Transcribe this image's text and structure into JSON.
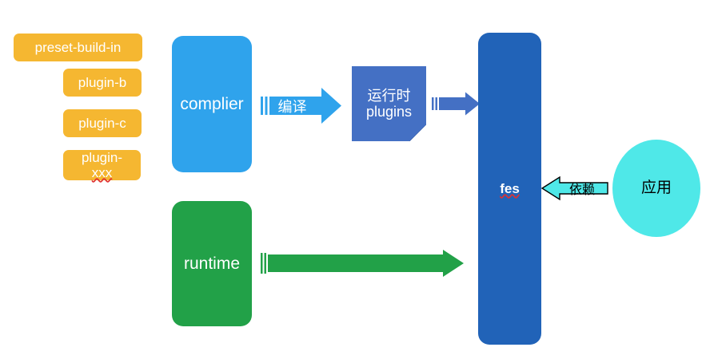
{
  "diagram": {
    "title": "fes architecture diagram",
    "colors": {
      "orange": "#F5B731",
      "light_blue": "#2FA3EC",
      "mid_blue": "#4470C4",
      "mid_blue_fold": "#2F508F",
      "deep_blue": "#2163B8",
      "green": "#22A148",
      "cyan": "#4FE8E8",
      "cyan_stroke": "#000000",
      "spellcheck_red": "#e03030",
      "background": "#FFFFFF"
    },
    "plugins": [
      {
        "id": "preset-build-in",
        "label": "preset-build-in",
        "misspelled": false
      },
      {
        "id": "plugin-b",
        "label": "plugin-b",
        "misspelled": false
      },
      {
        "id": "plugin-c",
        "label": "plugin-c",
        "misspelled": false
      },
      {
        "id": "plugin-xxx",
        "label_line1": "plugin-",
        "label_line2": "xxx",
        "misspelled": true
      }
    ],
    "nodes": {
      "complier": {
        "label": "complier"
      },
      "runtime": {
        "label": "runtime"
      },
      "runtime_plugins": {
        "label_line1": "运行时",
        "label_line2": "plugins"
      },
      "fes": {
        "label": "fes",
        "misspelled": true
      },
      "app": {
        "label": "应用"
      }
    },
    "arrows": {
      "compile": {
        "label": "编译",
        "direction": "right"
      },
      "plugins_to_fes": {
        "label": "",
        "direction": "right"
      },
      "runtime_to_fes": {
        "label": "",
        "direction": "right"
      },
      "depend": {
        "label": "依赖",
        "direction": "left"
      }
    }
  }
}
